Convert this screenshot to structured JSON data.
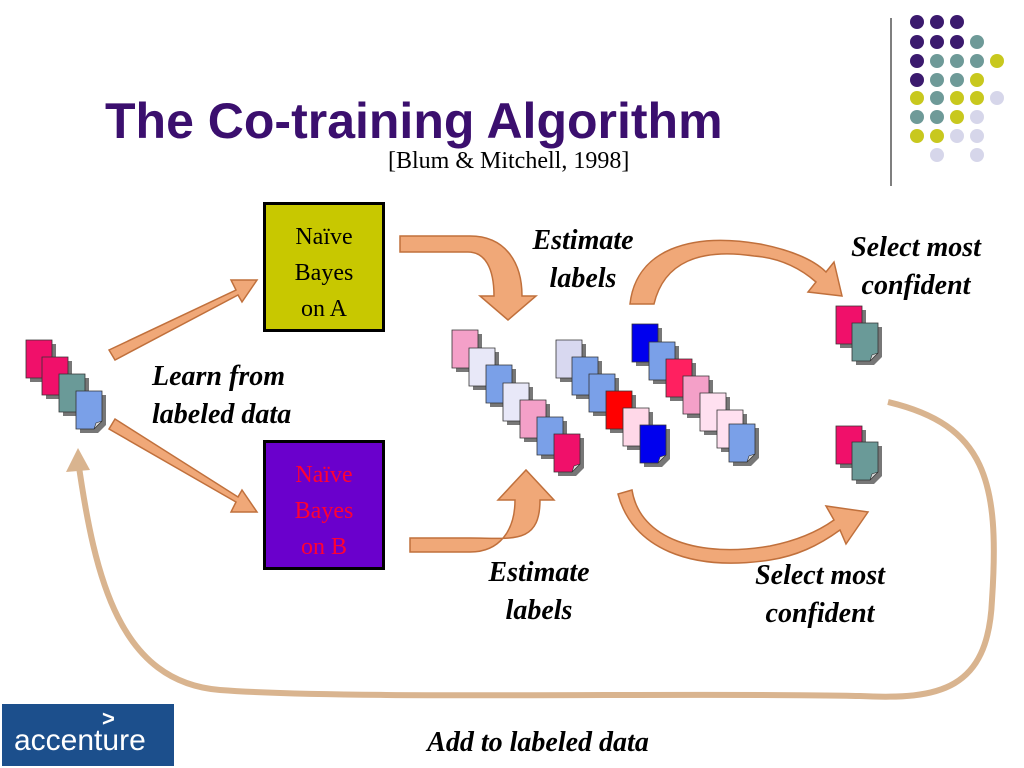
{
  "slide": {
    "title": "The Co-training Algorithm",
    "citation": "[Blum & Mitchell, 1998]"
  },
  "classifiers": {
    "a": {
      "lines": [
        "Naïve",
        "Bayes",
        "on A"
      ]
    },
    "b": {
      "lines": [
        "Naïve",
        "Bayes",
        "on B"
      ]
    }
  },
  "labels": {
    "learn": [
      "Learn from",
      "labeled data"
    ],
    "estimate_top": [
      "Estimate",
      "labels"
    ],
    "estimate_bottom": [
      "Estimate",
      "labels"
    ],
    "select_top": [
      "Select most",
      "confident"
    ],
    "select_bottom": [
      "Select most",
      "confident"
    ],
    "add": "Add to labeled data"
  },
  "logo": {
    "text": "accenture",
    "mark": ">"
  },
  "colors": {
    "title": "#3b0f6e",
    "arrow": "#f0a878",
    "arrow_stroke": "#c0703c",
    "feedback_loop": "#d9b48f",
    "box_a": "#c8c800",
    "box_b": "#6a00cc",
    "box_b_text": "#ff0033",
    "dot_purple": "#3b1a6e",
    "dot_teal": "#6e9a98",
    "dot_yellow": "#c8c81e",
    "dot_lavender": "#d6d6ea"
  }
}
